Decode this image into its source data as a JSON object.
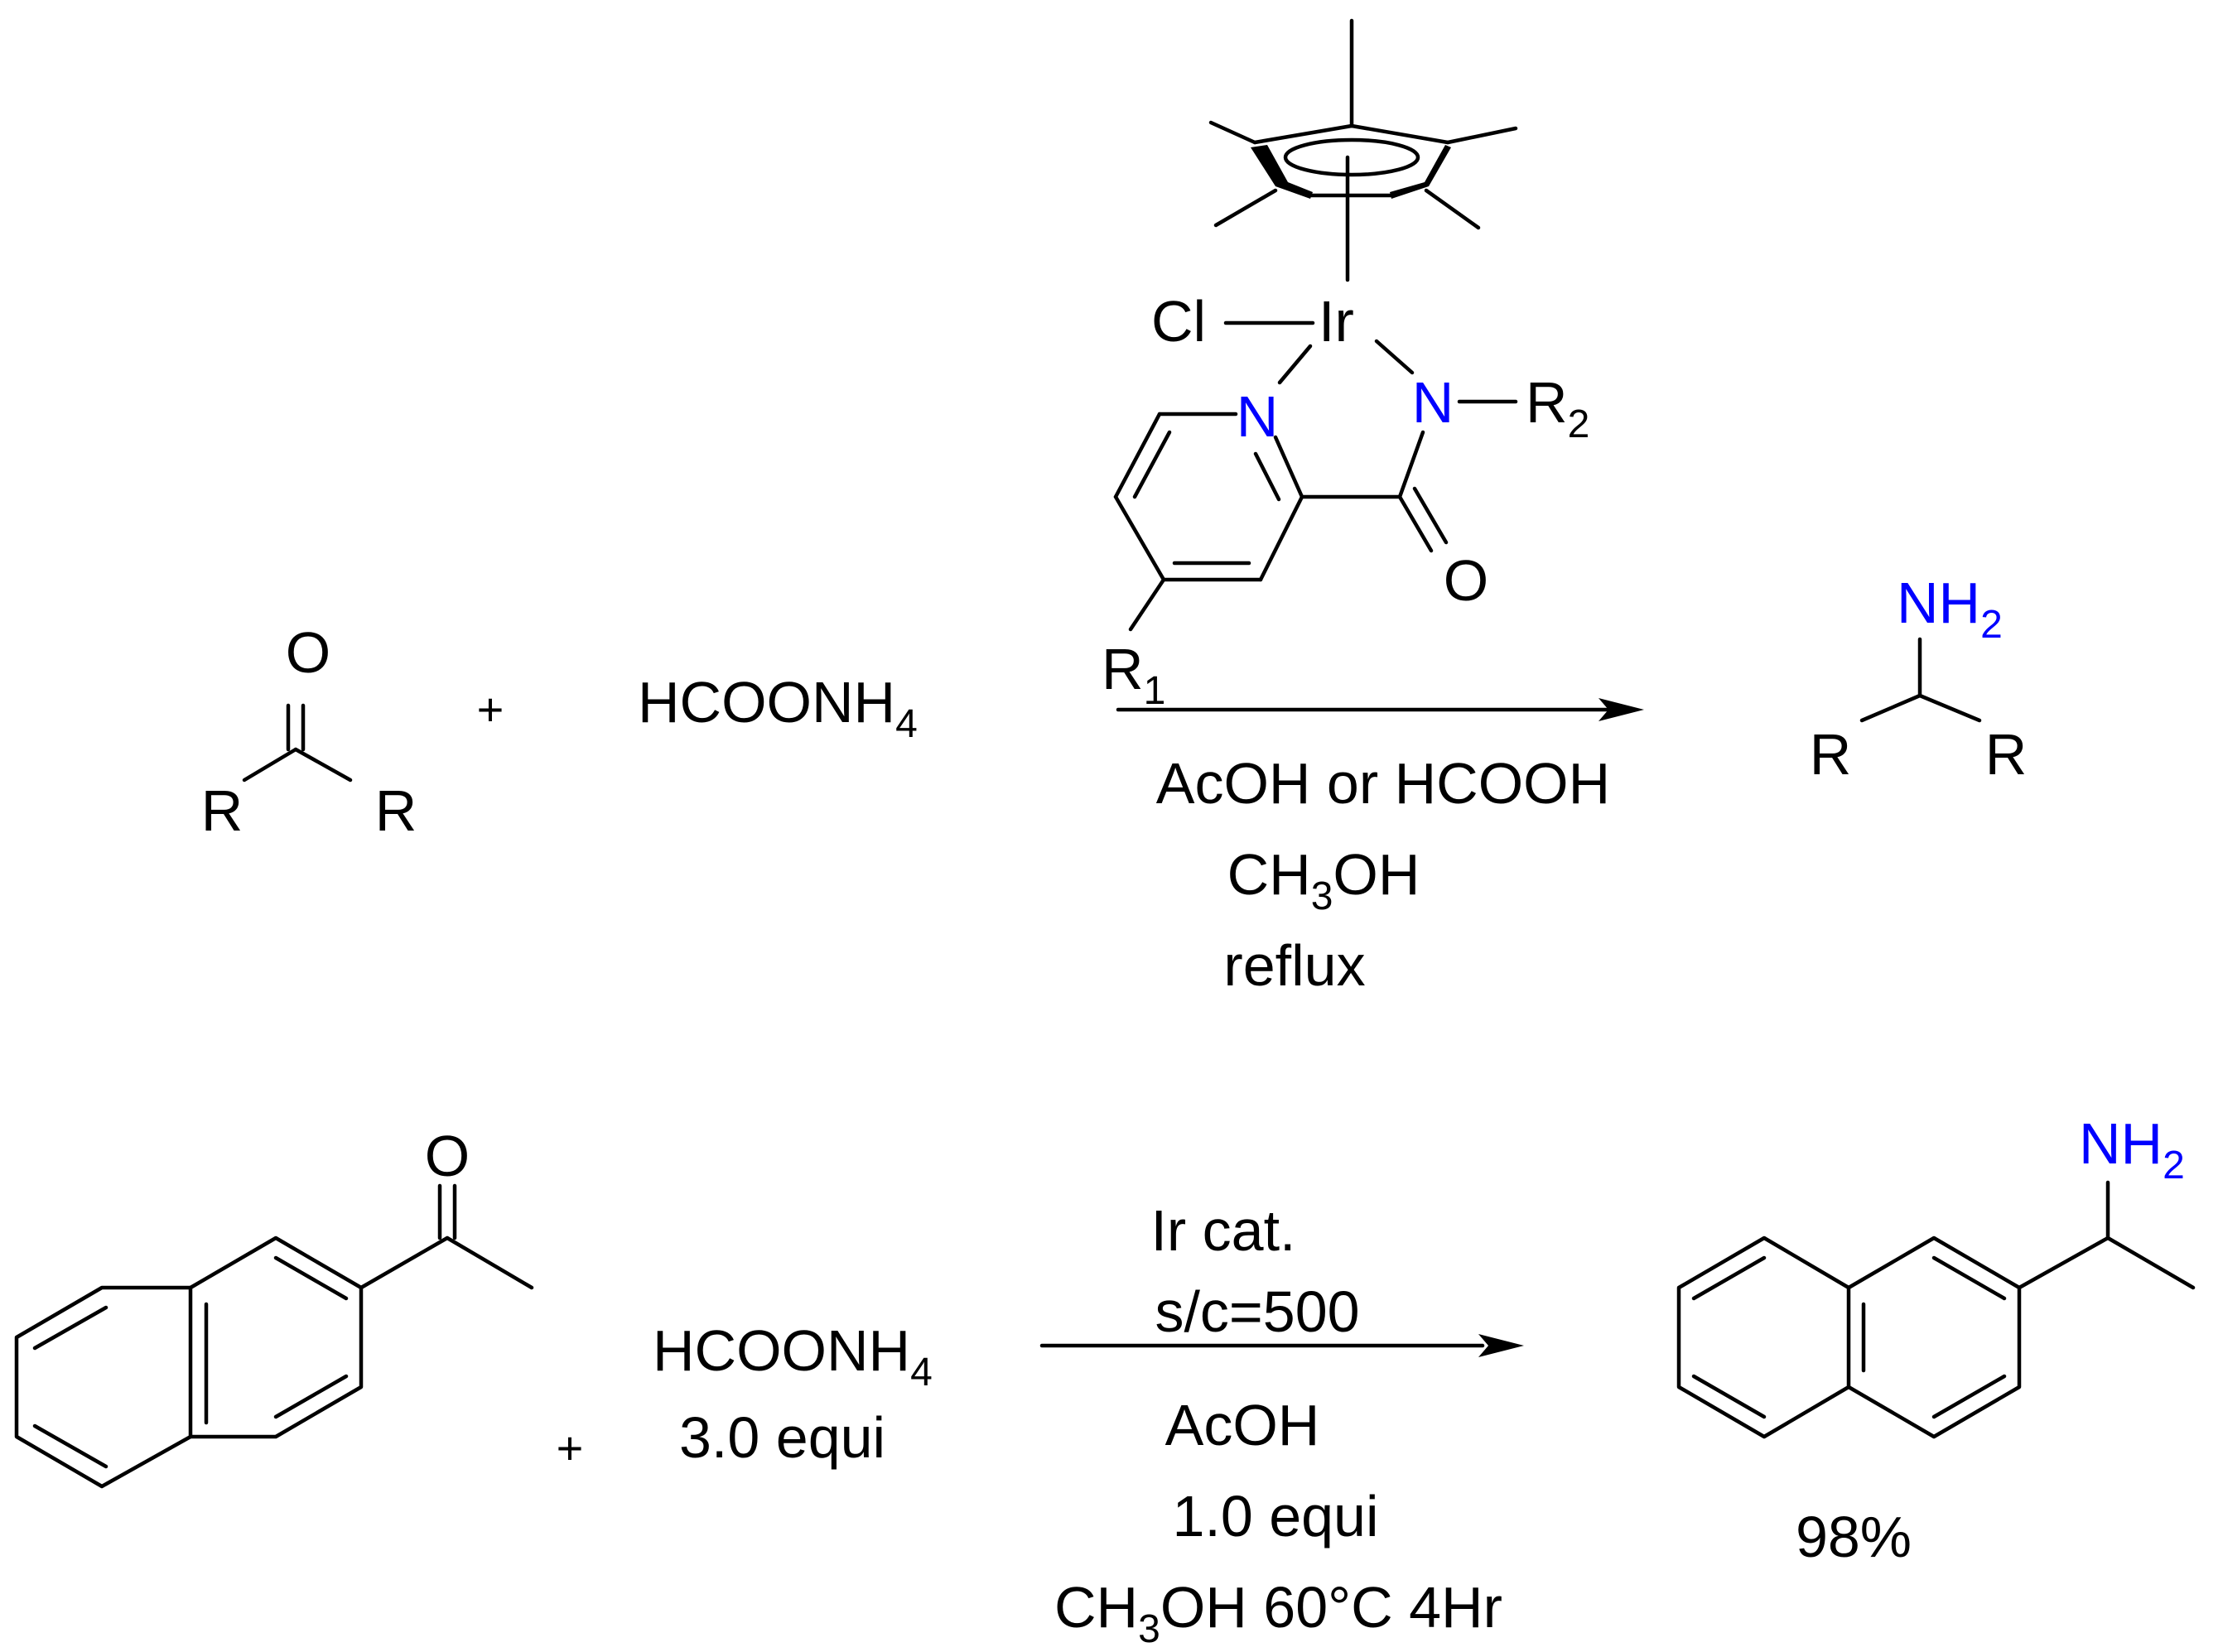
{
  "colors": {
    "bond": "#000000",
    "heteroatom": "#0000ff",
    "background": "#ffffff"
  },
  "reaction1": {
    "ketone": {
      "o": "O",
      "r_left": "R",
      "r_right": "R"
    },
    "plus": "+",
    "amine_source": {
      "main": "HCOONH",
      "sub": "4"
    },
    "catalyst": {
      "cl": "Cl",
      "ir": "Ir",
      "n_pyridine": "N",
      "n_amide": "N",
      "o": "O",
      "r2_main": "R",
      "r2_sub": "2",
      "r1_main": "R",
      "r1_sub": "1"
    },
    "conditions": {
      "line1": "AcOH or HCOOH",
      "line2_main": "CH",
      "line2_sub": "3",
      "line2_end": "OH",
      "line3": "reflux"
    },
    "product": {
      "nh_main": "NH",
      "nh_sub": "2",
      "r_left": "R",
      "r_right": "R"
    }
  },
  "reaction2": {
    "ketone": {
      "o": "O"
    },
    "plus": "+",
    "amine_source": {
      "main": "HCOONH",
      "sub": "4",
      "equiv": "3.0 equi"
    },
    "above_arrow": {
      "line1": "Ir cat.",
      "line2": "s/c=500"
    },
    "below_arrow": {
      "line1": "AcOH",
      "line2": "1.0 equi",
      "line3_main": "CH",
      "line3_sub": "3",
      "line3_end": "OH 60°C 4Hr"
    },
    "product": {
      "nh_main": "NH",
      "nh_sub": "2",
      "yield": "98%"
    }
  }
}
